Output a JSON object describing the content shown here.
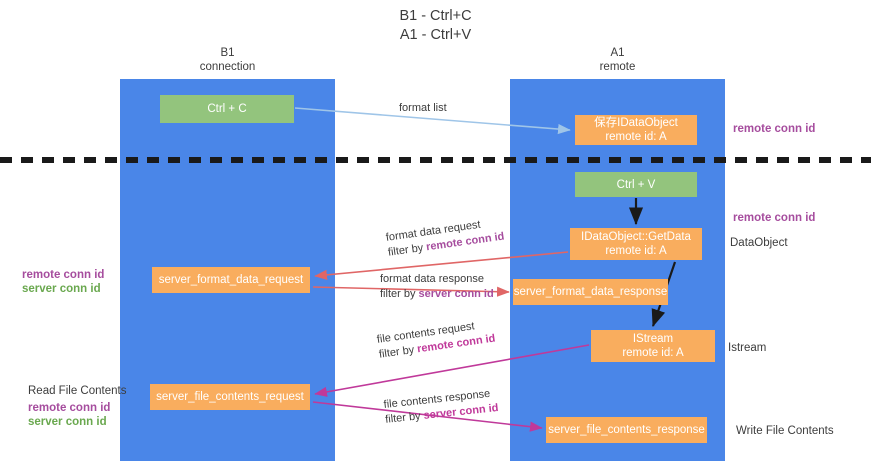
{
  "title": "B1 - Ctrl+C\nA1 - Ctrl+V",
  "lanes": [
    {
      "id": "b1",
      "header": "B1\nconnection"
    },
    {
      "id": "a1",
      "header": "A1\nremote"
    }
  ],
  "nodes": {
    "ctrl_c": {
      "line1": "Ctrl + C"
    },
    "save_idataobject": {
      "line1": "保存IDataObject",
      "line2": "remote id: A"
    },
    "ctrl_v": {
      "line1": "Ctrl + V"
    },
    "getdata": {
      "line1": "IDataObject::GetData",
      "line2": "remote id: A"
    },
    "server_format_data_request": {
      "line1": "server_format_data_request"
    },
    "server_format_data_response": {
      "line1": "server_format_data_response"
    },
    "istream": {
      "line1": "IStream",
      "line2": "remote id: A"
    },
    "server_file_contents_request": {
      "line1": "server_file_contents_request"
    },
    "server_file_contents_response": {
      "line1": "server_file_contents_response"
    }
  },
  "edge_labels": {
    "format_list": "format list",
    "format_data_request": "format data request",
    "format_data_request_filter_prefix": "filter by ",
    "format_data_request_filter_key": "remote conn id",
    "format_data_response": "format data response",
    "format_data_response_filter_prefix": "filter by ",
    "format_data_response_filter_key": "server conn id",
    "file_contents_request": "file contents request",
    "file_contents_request_filter_prefix": "filter by ",
    "file_contents_request_filter_key": "remote conn id",
    "file_contents_response": "file contents response",
    "file_contents_response_filter_prefix": "filter by ",
    "file_contents_response_filter_key": "server conn id"
  },
  "side_labels": {
    "remote_conn_id_top": "remote conn id",
    "remote_conn_id_mid": "remote conn id",
    "dataobject": "DataObject",
    "istream": "Istream",
    "write_file_contents": "Write File Contents",
    "read_file_contents": "Read File Contents",
    "left_remote_conn_id": "remote conn id",
    "left_server_conn_id": "server conn id"
  },
  "colors": {
    "lane_blue": "#4a86e8",
    "node_green": "#93c47d",
    "node_orange": "#f9ad5e",
    "purple": "#a64d9e",
    "green_text": "#6aa84f",
    "pink": "#c0399a",
    "red_arrow": "#e06666",
    "light_blue_arrow": "#9fc5e8",
    "divider_black": "#1a1a1a"
  }
}
